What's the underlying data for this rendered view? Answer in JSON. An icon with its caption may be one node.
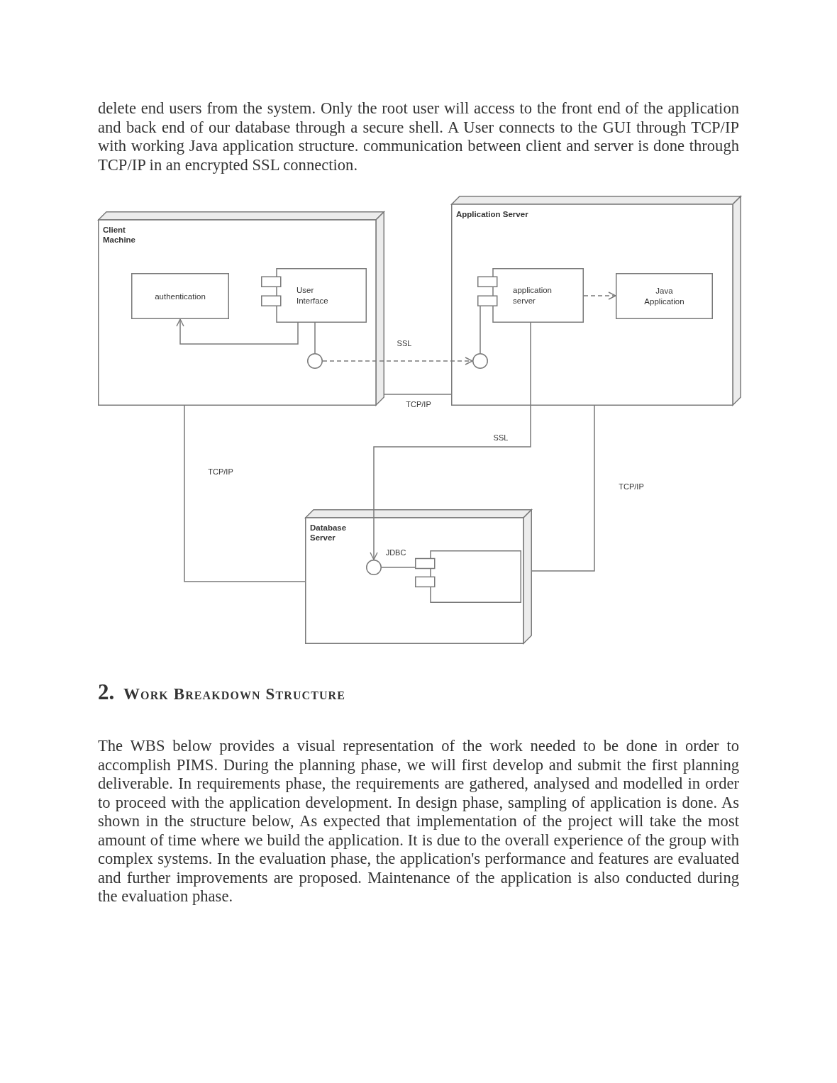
{
  "diagram": {
    "nodes": [
      {
        "text": [
          "Client Machine"
        ]
      },
      {
        "text": [
          "authentication"
        ],
        "in": 0
      },
      {
        "text": [
          "User Interface"
        ],
        "in": 0
      },
      {
        "text": [],
        "shape": "circle",
        "in": 0
      },
      {
        "text": [
          "Application Server"
        ]
      },
      {
        "text": [
          "application server"
        ],
        "in": 4
      },
      {
        "text": [
          "Java Application"
        ],
        "in": 4
      },
      {
        "text": [],
        "shape": "circle",
        "in": 4
      },
      {
        "text": [
          "Database Server"
        ]
      },
      {
        "text": [],
        "shape": "circle",
        "in": 8,
        "beside": [
          "JDBC"
        ]
      },
      {
        "text": [],
        "shape": "component",
        "in": 8
      }
    ],
    "edges": [
      {
        "from": 2,
        "to": 1,
        "arrow": "to"
      },
      {
        "from": 2,
        "to": 3,
        "arrow": "none"
      },
      {
        "from": 3,
        "to": 7,
        "arrow": "to",
        "label": "SSL",
        "style": "dashed"
      },
      {
        "from": 7,
        "to": 5,
        "arrow": "none"
      },
      {
        "from": 5,
        "to": 6,
        "arrow": "to",
        "style": "dashed"
      },
      {
        "from": 0,
        "to": 4,
        "arrow": "none",
        "label": "TCP/IP"
      },
      {
        "from": 0,
        "to": 8,
        "arrow": "none",
        "label": "TCP/IP"
      },
      {
        "from": 5,
        "to": 9,
        "arrow": "to",
        "label": "SSL"
      },
      {
        "from": 4,
        "to": 8,
        "arrow": "none",
        "label": "TCP/IP"
      },
      {
        "from": 9,
        "to": 10,
        "arrow": "none"
      }
    ],
    "labels": [
      "delete end users from the system. Only the root user will access to the front end of the application and back end of our database through a secure shell. A User connects to the GUI through TCP/IP with working Java application structure. communication between client and server is done through TCP/IP in an encrypted SSL connection.",
      "2.",
      "Work Breakdown Structure",
      "The WBS below provides a visual representation of the work needed to be done in order to accomplish PIMS. During the planning phase, we will first develop and submit the first planning deliverable. In requirements phase, the requirements are gathered, analysed and modelled in order to proceed with the application development. In design phase, sampling of application is done. As shown in the structure below, As expected that implementation of the project will take the most amount of time where we build the application. It is due to the overall experience of the group with complex systems. In the evaluation phase, the application's performance and features are evaluated and further improvements are proposed. Maintenance of the application is also conducted during the evaluation phase."
    ]
  }
}
